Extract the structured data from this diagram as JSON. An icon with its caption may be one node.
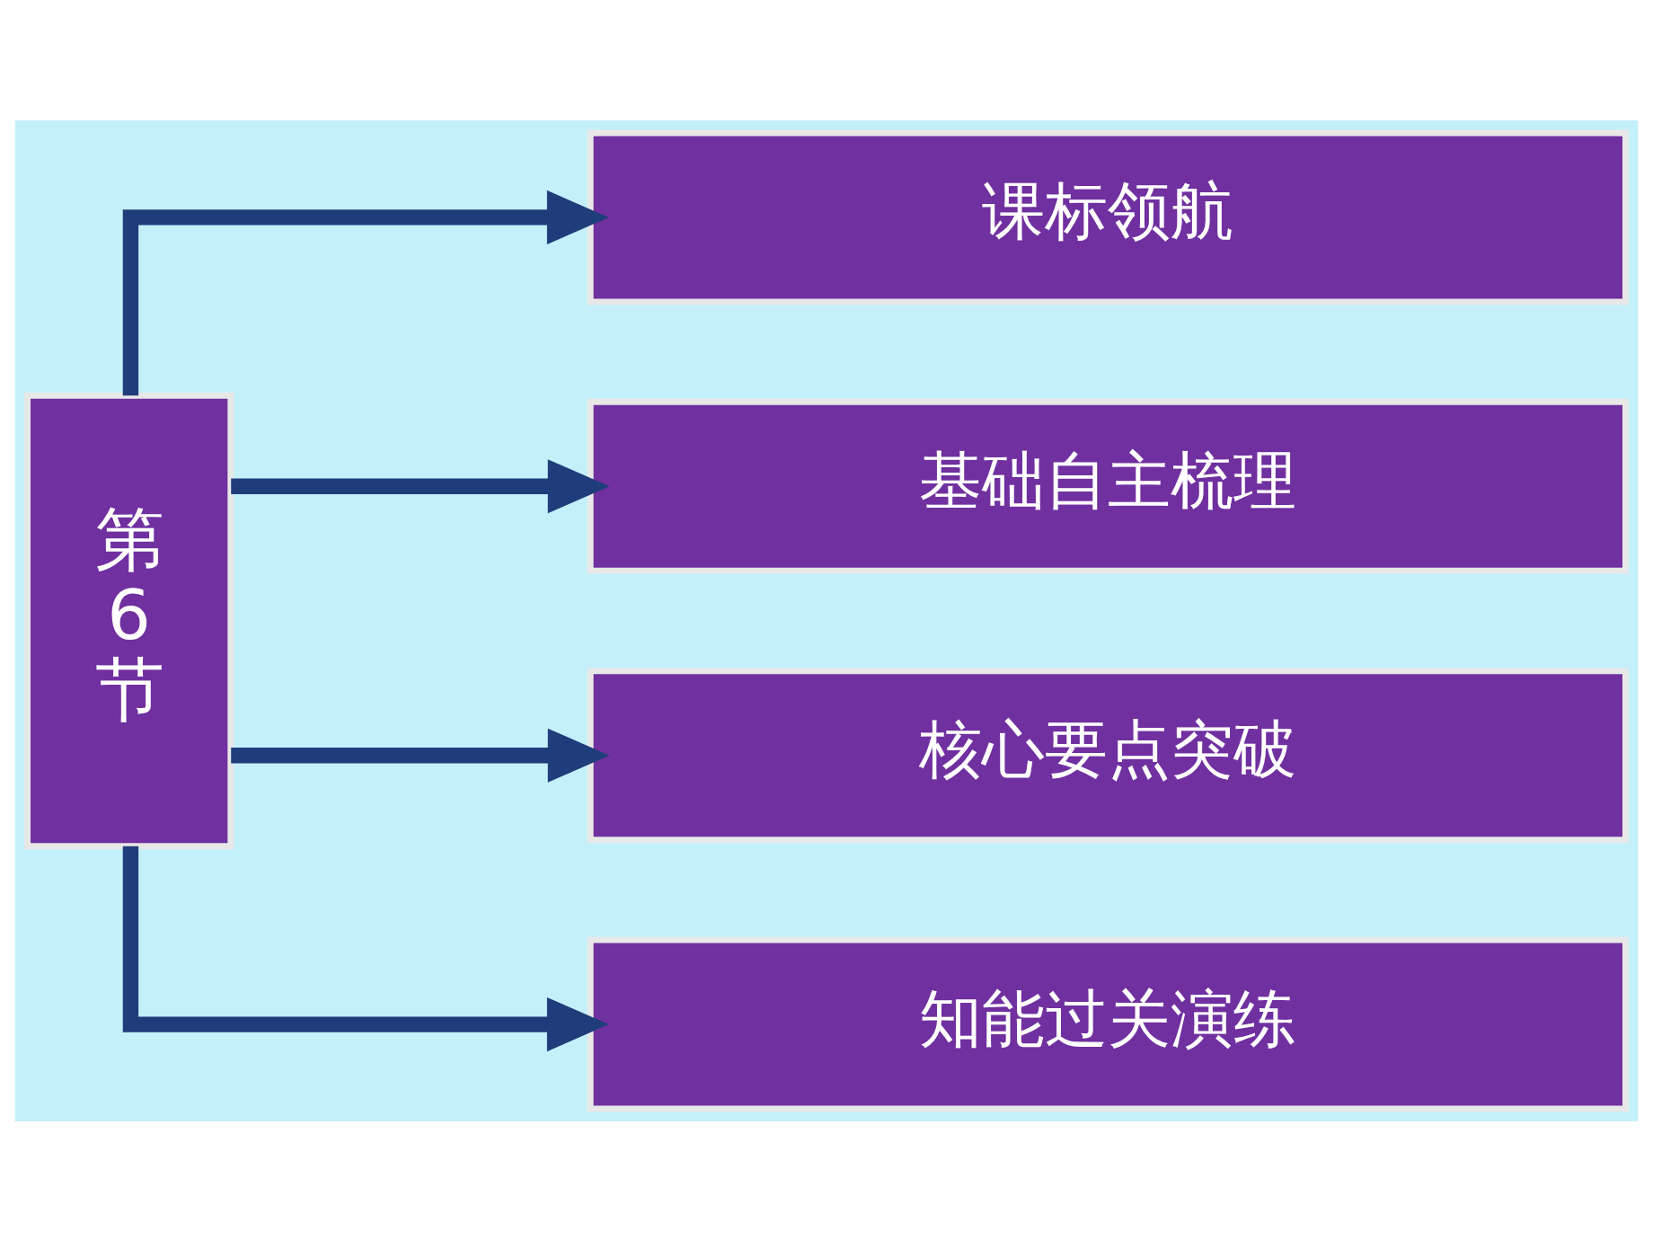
{
  "diagram": {
    "nodes": [
      {
        "text": [
          "第6节"
        ]
      },
      {
        "text": [
          "课标领航"
        ]
      },
      {
        "text": [
          "基础自主梳理"
        ]
      },
      {
        "text": [
          "核心要点突破"
        ]
      },
      {
        "text": [
          "知能过关演练"
        ]
      }
    ],
    "edges": [
      {
        "from": 0,
        "to": 1,
        "arrow": "to"
      },
      {
        "from": 0,
        "to": 2,
        "arrow": "to"
      },
      {
        "from": 0,
        "to": 3,
        "arrow": "to"
      },
      {
        "from": 0,
        "to": 4,
        "arrow": "to"
      }
    ]
  }
}
